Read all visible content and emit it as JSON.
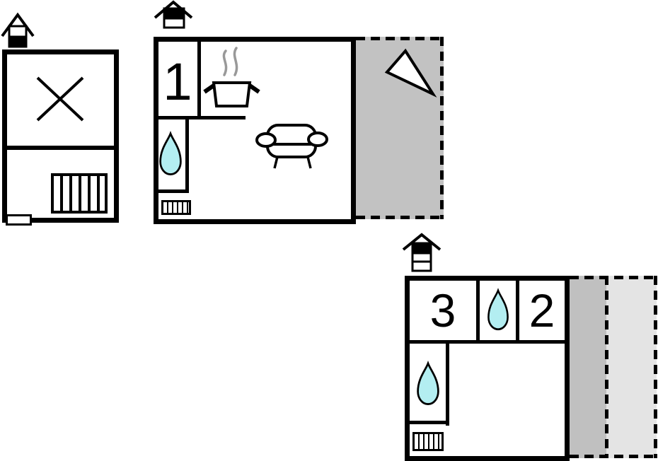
{
  "plan_type": "vacation-home-floor-plan",
  "colors": {
    "wall": "#000000",
    "background": "#ffffff",
    "water_drop_fill": "#b3eef1",
    "steam": "#999999",
    "terrace_fill": "#c2c2c2",
    "terrace_dark_fill": "#c0c0c0",
    "terrace_light_fill": "#e4e4e4"
  },
  "buildings": {
    "annex": {
      "name": "annex-outbuilding",
      "icons": [
        "chimney-icon",
        "closed-room-x-icon",
        "stairs-icon",
        "entrance-door"
      ]
    },
    "main_house": {
      "room_label": "1",
      "icons": [
        "chimney-icon",
        "cooking-pot-icon",
        "steam-icon",
        "sofa-icon",
        "water-drop-icon",
        "stairs-icon",
        "terrace-arrow-icon"
      ],
      "has_terrace": true
    },
    "guest_house": {
      "room_labels": {
        "bedroom3": "3",
        "bedroom2": "2"
      },
      "icons": [
        "chimney-icon",
        "water-drop-icon",
        "water-drop-icon",
        "stairs-icon"
      ],
      "has_terrace": true,
      "terrace_sections": 2
    }
  }
}
